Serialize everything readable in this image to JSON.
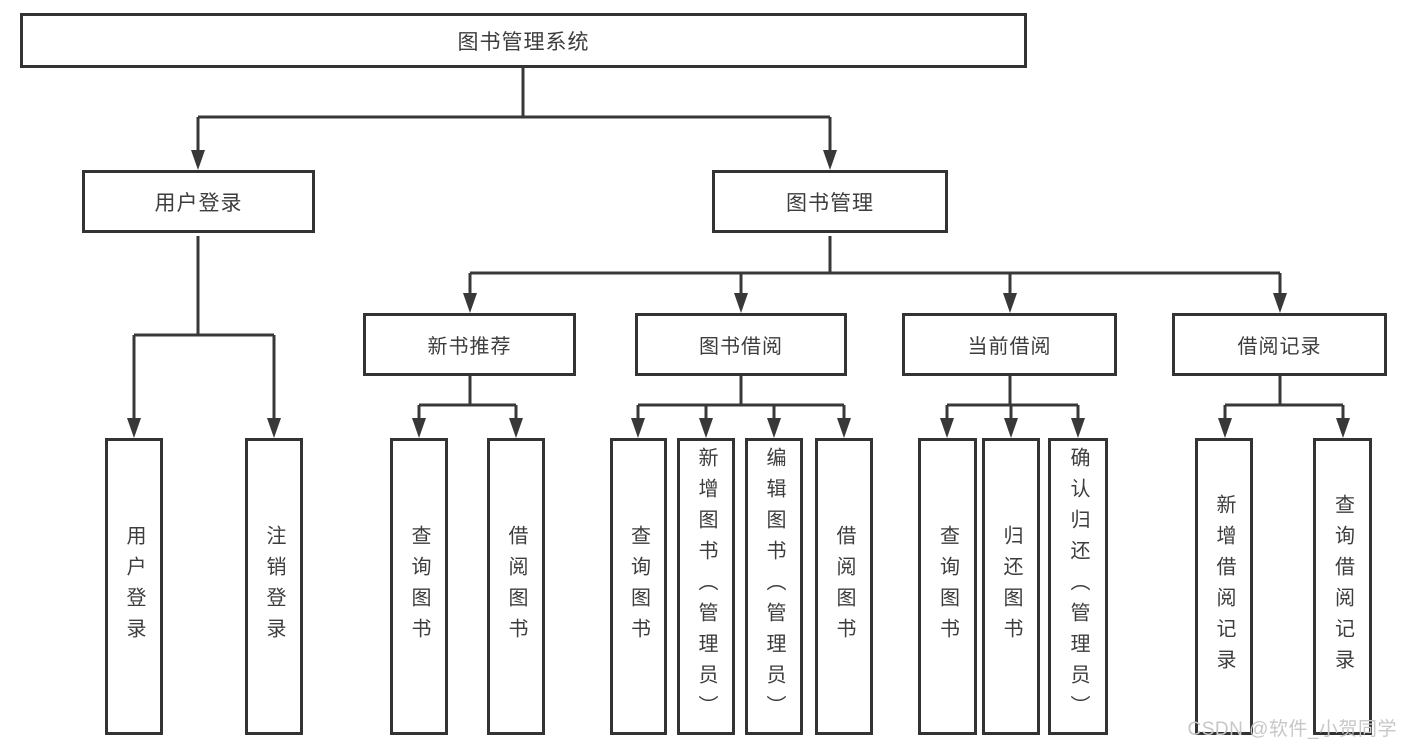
{
  "diagram": {
    "root": {
      "label": "图书管理系统"
    },
    "branches": [
      {
        "label": "用户登录",
        "children": [
          {
            "label": "用户登录"
          },
          {
            "label": "注销登录"
          }
        ]
      },
      {
        "label": "图书管理",
        "groups": [
          {
            "label": "新书推荐",
            "children": [
              {
                "label": "查询图书"
              },
              {
                "label": "借阅图书"
              }
            ]
          },
          {
            "label": "图书借阅",
            "children": [
              {
                "label": "查询图书"
              },
              {
                "label": "新增图书（管理员）"
              },
              {
                "label": "编辑图书（管理员）"
              },
              {
                "label": "借阅图书"
              }
            ]
          },
          {
            "label": "当前借阅",
            "children": [
              {
                "label": "查询图书"
              },
              {
                "label": "归还图书"
              },
              {
                "label": "确认归还（管理员）"
              }
            ]
          },
          {
            "label": "借阅记录",
            "children": [
              {
                "label": "新增借阅记录"
              },
              {
                "label": "查询借阅记录"
              }
            ]
          }
        ]
      }
    ]
  },
  "watermark": "CSDN @软件_小贺同学"
}
